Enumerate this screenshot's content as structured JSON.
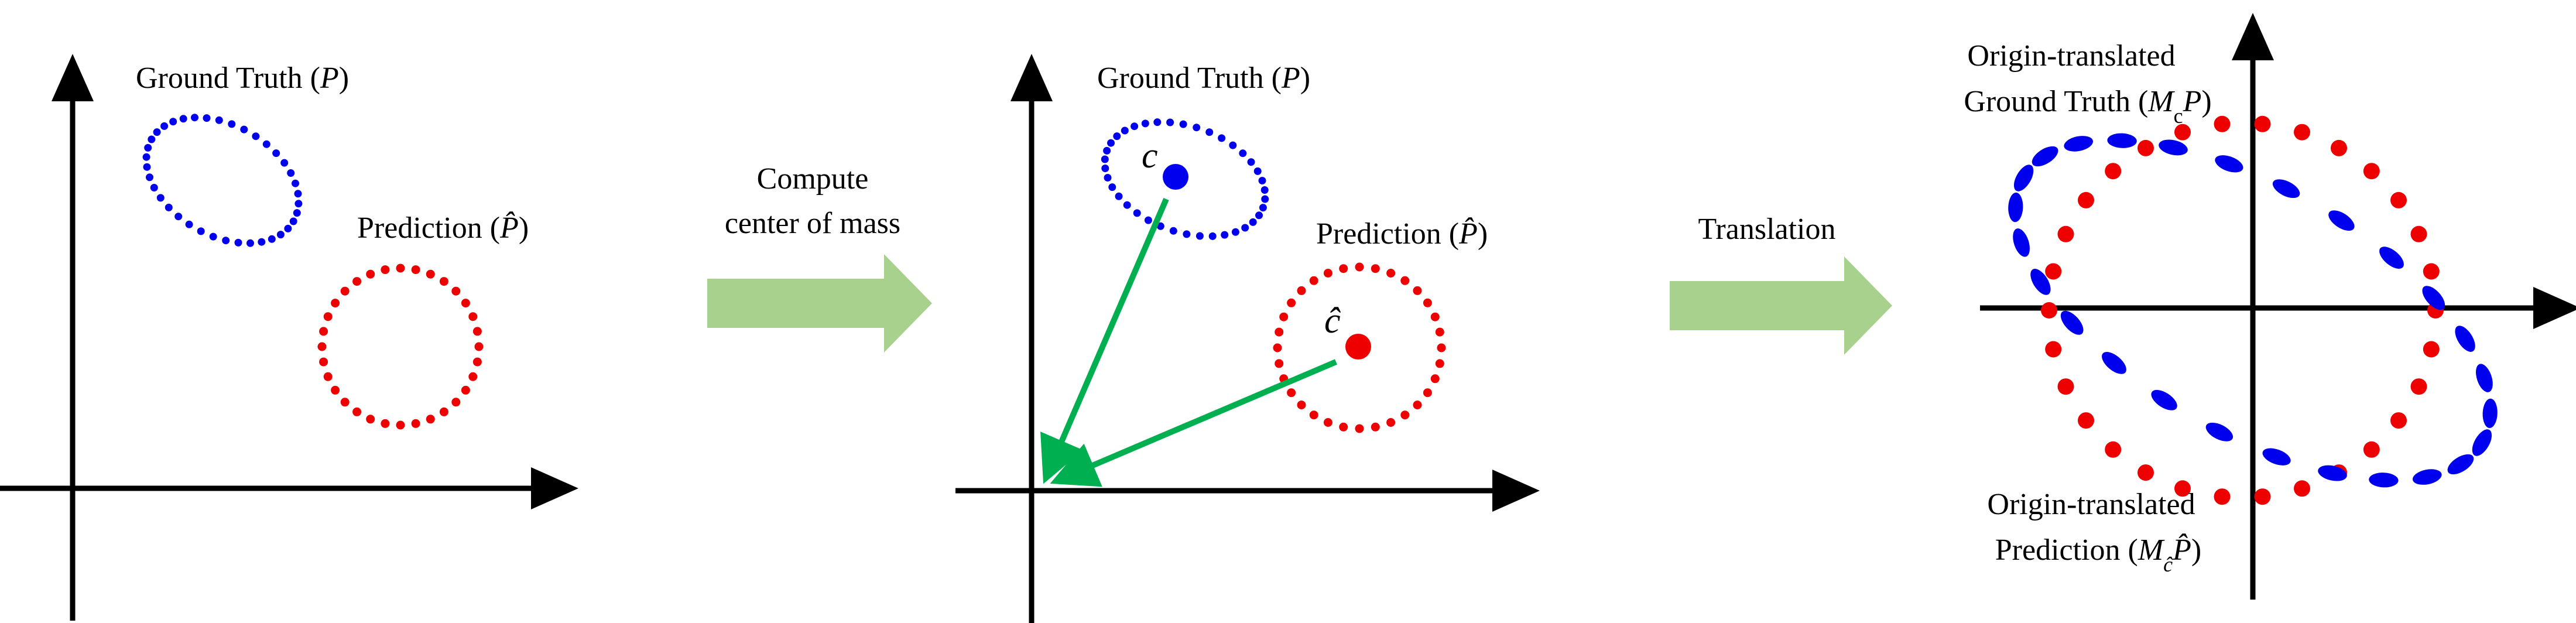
{
  "colors": {
    "ground_truth": "#0000ee",
    "prediction": "#ee0000",
    "arrow_fill": "#a9d18e",
    "vector": "#00b050",
    "axis": "#000000"
  },
  "panel1": {
    "gt_label": "Ground Truth (",
    "gt_symbol": "P",
    "gt_close": ")",
    "pred_label": "Prediction (",
    "pred_symbol": "P̂",
    "pred_close": ")"
  },
  "step1": {
    "line1": "Compute",
    "line2": "center of mass"
  },
  "panel2": {
    "gt_label": "Ground Truth (",
    "gt_symbol": "P",
    "gt_close": ")",
    "pred_label": "Prediction (",
    "pred_symbol": "P̂",
    "pred_close": ")",
    "gt_center": "c",
    "pred_center": "ĉ"
  },
  "step2": {
    "line1": "Translation"
  },
  "panel3": {
    "gt_line1": "Origin-translated",
    "gt_line2": "Ground Truth (",
    "gt_M": "M",
    "gt_sub": "c",
    "gt_P": "P",
    "gt_close": ")",
    "pred_line1": "Origin-translated",
    "pred_line2": "Prediction (",
    "pred_M": "M",
    "pred_sub": "ĉ",
    "pred_P": "P̂",
    "pred_close": ")"
  }
}
